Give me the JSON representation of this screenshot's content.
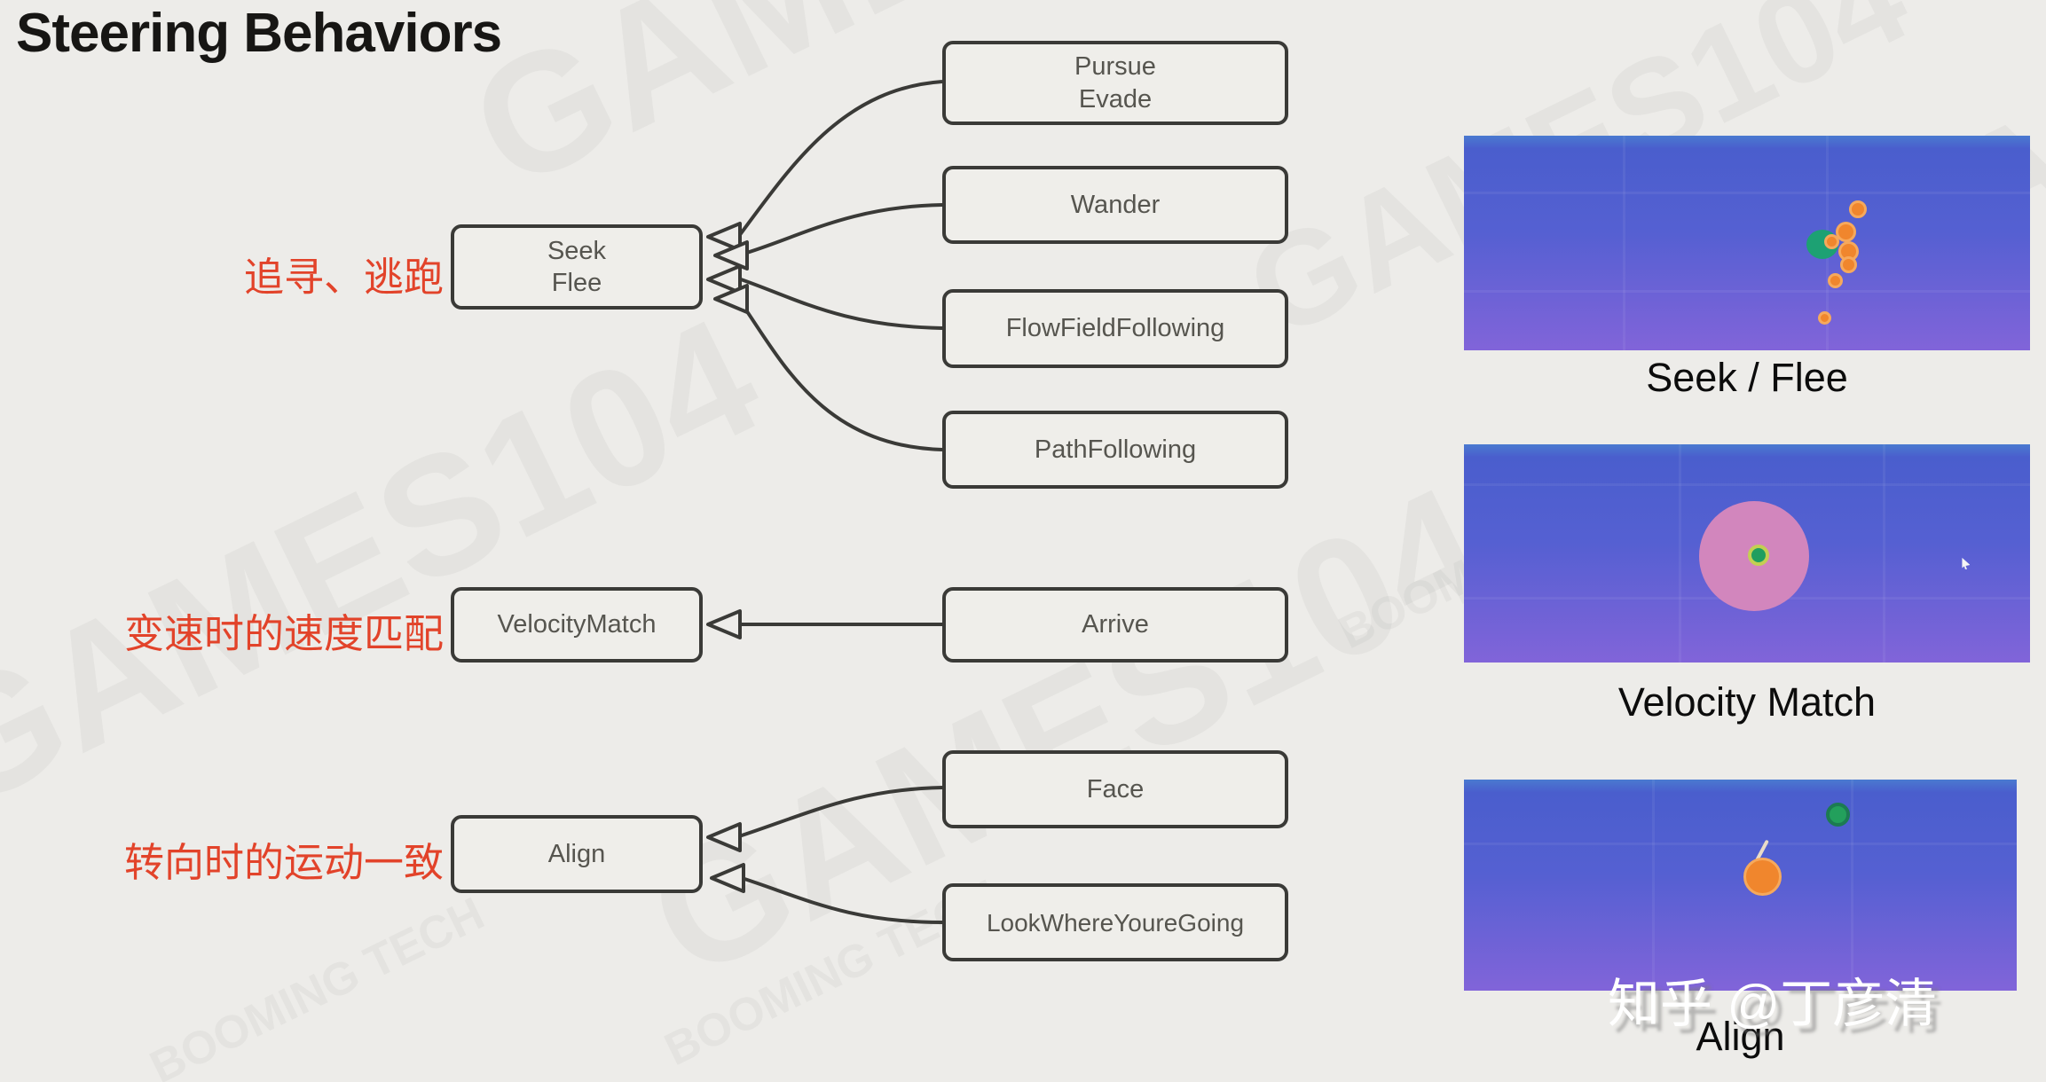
{
  "title": "Steering Behaviors",
  "annotations": {
    "seek_flee": "追寻、逃跑",
    "velocity_match": "变速时的速度匹配",
    "align": "转向时的运动一致"
  },
  "boxes": {
    "seek_flee": {
      "lines": [
        "Seek",
        "Flee"
      ]
    },
    "pursue_evade": {
      "lines": [
        "Pursue",
        "Evade"
      ]
    },
    "wander": {
      "label": "Wander"
    },
    "flow_field_following": {
      "label": "FlowFieldFollowing"
    },
    "path_following": {
      "label": "PathFollowing"
    },
    "velocity_match": {
      "label": "VelocityMatch"
    },
    "arrive": {
      "label": "Arrive"
    },
    "align": {
      "label": "Align"
    },
    "face": {
      "label": "Face"
    },
    "look_where_youre_going": {
      "label": "LookWhereYoureGoing"
    }
  },
  "panels": [
    {
      "caption": "Seek / Flee"
    },
    {
      "caption": "Velocity Match"
    },
    {
      "caption": "Align"
    }
  ],
  "watermarks": {
    "zhihu": "知乎 @丁彦清",
    "brand": "GAMES104",
    "booming": "BOOMING TECH"
  },
  "colors": {
    "background": "#edece9",
    "box_border": "#3a3a37",
    "box_text": "#56554f",
    "annotation_red": "#e2432a",
    "panel_gradient_top": "#4a5ecd",
    "panel_gradient_bottom": "#8164d9",
    "agent_orange": "#f0862d",
    "agent_green": "#1da173",
    "radius_pink": "#d286bd",
    "caption_text": "#0c0c0c"
  }
}
